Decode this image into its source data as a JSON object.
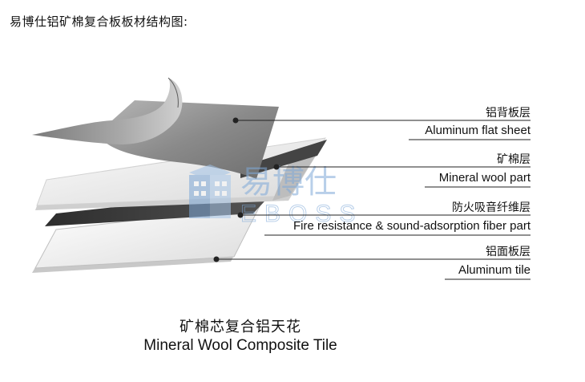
{
  "title": "易博仕铝矿棉复合板板材结构图:",
  "watermark": {
    "brand_cn": "易博仕",
    "brand_en": "EBOSS",
    "color": "#8fb6e0"
  },
  "layers": [
    {
      "label_cn": "铝背板层",
      "label_en": "Aluminum flat sheet"
    },
    {
      "label_cn": "矿棉层",
      "label_en": "Mineral wool part"
    },
    {
      "label_cn": "防火吸音纤维层",
      "label_en": "Fire resistance & sound-adsorption fiber part"
    },
    {
      "label_cn": "铝面板层",
      "label_en": "Aluminum tile"
    }
  ],
  "caption": {
    "cn": "矿棉芯复合铝天花",
    "en": "Mineral Wool Composite Tile"
  },
  "colors": {
    "aluminum_sheet": "#8e8e8e",
    "mineral_wool": "#e8e8e8",
    "fiber_dark": "#3a3a3a",
    "aluminum_tile": "#f2f2f2",
    "leader_line": "#222222"
  }
}
